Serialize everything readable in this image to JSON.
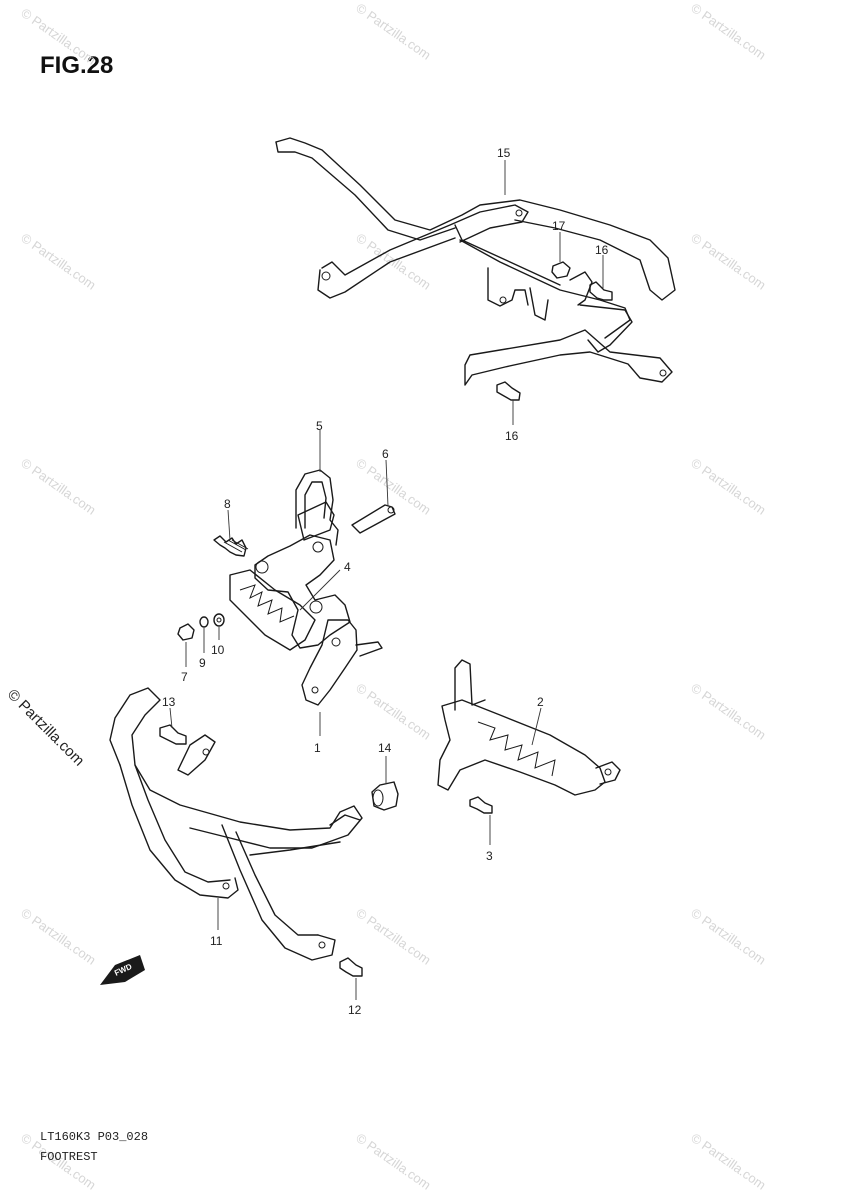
{
  "figure": {
    "title": "FIG.28",
    "code": "LT160K3 P03_028",
    "name": "FOOTREST"
  },
  "watermark": {
    "text": "© Partzilla.com",
    "side_text": "© Partzilla.com"
  },
  "callouts": [
    "1",
    "2",
    "3",
    "4",
    "5",
    "6",
    "7",
    "8",
    "9",
    "10",
    "11",
    "12",
    "13",
    "14",
    "15",
    "16",
    "16",
    "17"
  ],
  "fwd_label": "FWD"
}
